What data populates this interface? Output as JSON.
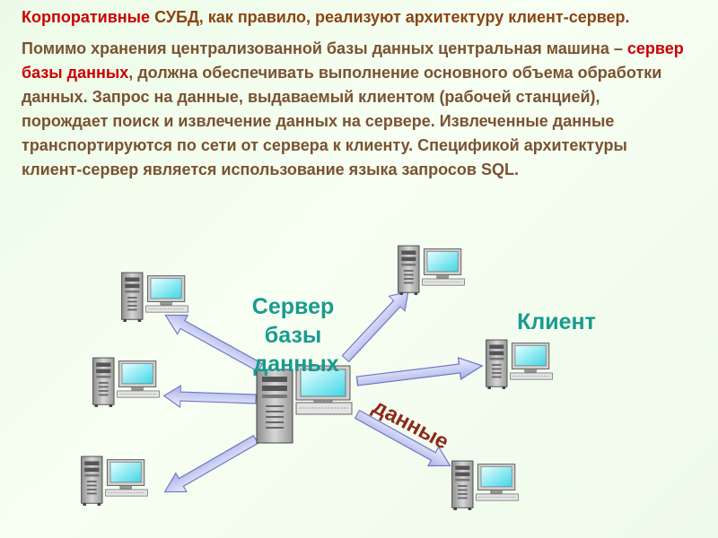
{
  "heading": {
    "red_part": "Корпоративные",
    "rest": " СУБД, как правило, реализуют архитектуру клиент-сервер."
  },
  "paragraph": {
    "part1": "Помимо хранения централизованной базы данных центральная машина – ",
    "highlight": "сервер базы данных",
    "part2": ", должна обеспечивать выполнение основного объема обработки данных. Запрос на данные, выдаваемый клиентом (рабочей станцией), порождает поиск и извлечение данных на сервере. Извлеченные данные транспортируются по сети от сервера к клиенту. Спецификой архитектуры клиент-сервер является использование языка запросов SQL."
  },
  "diagram": {
    "server_label": [
      "Сервер",
      "базы",
      "данных"
    ],
    "client_label": "Клиент",
    "data_label": "данные"
  },
  "colors": {
    "label_teal": "#1a9a8f",
    "data_label": "#8b2a1a",
    "text_brown": "#7a5230",
    "accent_red": "#cc0000",
    "arrow_fill": "#c8cdf2"
  }
}
